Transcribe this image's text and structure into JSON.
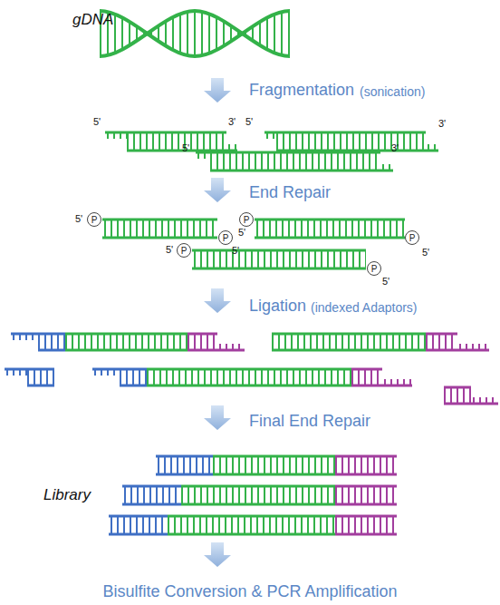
{
  "diagram": {
    "nodes": [
      {
        "text": [
          "P"
        ]
      },
      {
        "text": [
          "P"
        ]
      },
      {
        "text": [
          "P"
        ]
      },
      {
        "text": [
          "P"
        ]
      },
      {
        "text": [
          "P"
        ]
      },
      {
        "text": [
          "P"
        ]
      }
    ],
    "labels": [
      "gDNA",
      "Fragmentation",
      "(sonication)",
      "5'",
      "3'",
      "5'",
      "3'",
      "5'",
      "3'",
      "End Repair",
      "5'",
      "5'",
      "5'",
      "5'",
      "5'",
      "5'",
      "Ligation",
      "(indexed Adaptors)",
      "Final End Repair",
      "Library",
      "Bisulfite Conversion & PCR Amplification"
    ]
  }
}
